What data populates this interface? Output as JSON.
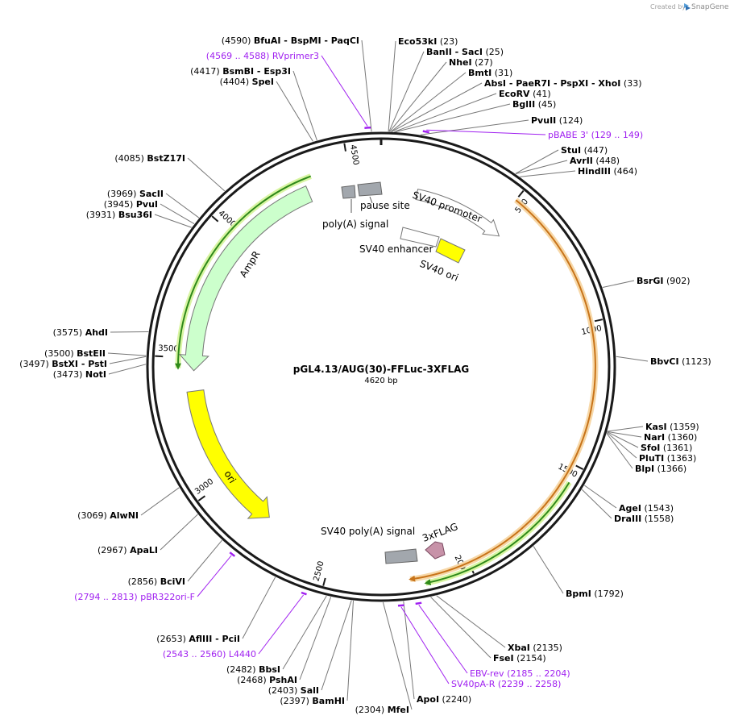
{
  "plasmid": {
    "name": "pGL4.13/AUG(30)-FFLuc-3XFLAG",
    "size_label": "4620 bp",
    "length": 4620
  },
  "branding": {
    "created_by": "Created by",
    "brand": "SnapGene",
    "logo_icon": "snapgene-logo-icon"
  },
  "ticks": [
    {
      "pos": 500,
      "label": "500"
    },
    {
      "pos": 1000,
      "label": "1000"
    },
    {
      "pos": 1500,
      "label": "1500"
    },
    {
      "pos": 2000,
      "label": "2000"
    },
    {
      "pos": 2500,
      "label": "2500"
    },
    {
      "pos": 3000,
      "label": "3000"
    },
    {
      "pos": 3500,
      "label": "3500"
    },
    {
      "pos": 4000,
      "label": "4000"
    },
    {
      "pos": 4500,
      "label": "4500"
    }
  ],
  "enzymes": [
    {
      "id": "e4590",
      "pos": 4590,
      "names": "BfuAI  - BspMI  - PaqCI",
      "num": "(4590)",
      "side": "left"
    },
    {
      "id": "e4417",
      "pos": 4417,
      "names": "BsmBI  - Esp3I",
      "num": "(4417)",
      "side": "left"
    },
    {
      "id": "e4404",
      "pos": 4404,
      "names": "SpeI",
      "num": "(4404)",
      "side": "left"
    },
    {
      "id": "e4085",
      "pos": 4085,
      "names": "BstZ17I",
      "num": "(4085)",
      "side": "left"
    },
    {
      "id": "e3969",
      "pos": 3969,
      "names": "SacII",
      "num": "(3969)",
      "side": "left"
    },
    {
      "id": "e3945",
      "pos": 3945,
      "names": "PvuI",
      "num": "(3945)",
      "side": "left"
    },
    {
      "id": "e3931",
      "pos": 3931,
      "names": "Bsu36I",
      "num": "(3931)",
      "side": "left"
    },
    {
      "id": "e3575",
      "pos": 3575,
      "names": "AhdI",
      "num": "(3575)",
      "side": "left"
    },
    {
      "id": "e3500",
      "pos": 3500,
      "names": "BstEII",
      "num": "(3500)",
      "side": "left"
    },
    {
      "id": "e3497",
      "pos": 3497,
      "names": "BstXI  - PstI",
      "num": "(3497)",
      "side": "left"
    },
    {
      "id": "e3473",
      "pos": 3473,
      "names": "NotI",
      "num": "(3473)",
      "side": "left"
    },
    {
      "id": "e3069",
      "pos": 3069,
      "names": "AlwNI",
      "num": "(3069)",
      "side": "left"
    },
    {
      "id": "e2967",
      "pos": 2967,
      "names": "ApaLI",
      "num": "(2967)",
      "side": "left"
    },
    {
      "id": "e2856",
      "pos": 2856,
      "names": "BciVI",
      "num": "(2856)",
      "side": "left"
    },
    {
      "id": "e2653",
      "pos": 2653,
      "names": "AflIII  - PciI",
      "num": "(2653)",
      "side": "left"
    },
    {
      "id": "e2482",
      "pos": 2482,
      "names": "BbsI",
      "num": "(2482)",
      "side": "left"
    },
    {
      "id": "e2468",
      "pos": 2468,
      "names": "PshAI",
      "num": "(2468)",
      "side": "left"
    },
    {
      "id": "e2403",
      "pos": 2403,
      "names": "SalI",
      "num": "(2403)",
      "side": "left"
    },
    {
      "id": "e2397",
      "pos": 2397,
      "names": "BamHI",
      "num": "(2397)",
      "side": "left"
    },
    {
      "id": "e2304",
      "pos": 2304,
      "names": "MfeI",
      "num": "(2304)",
      "side": "left"
    },
    {
      "id": "e23",
      "pos": 23,
      "names": "Eco53kI",
      "num": "(23)",
      "side": "right"
    },
    {
      "id": "e25",
      "pos": 25,
      "names": "BanII  - SacI",
      "num": "(25)",
      "side": "right"
    },
    {
      "id": "e27",
      "pos": 27,
      "names": "NheI",
      "num": "(27)",
      "side": "right"
    },
    {
      "id": "e31",
      "pos": 31,
      "names": "BmtI",
      "num": "(31)",
      "side": "right"
    },
    {
      "id": "e33",
      "pos": 33,
      "names": "AbsI  - PaeR7I  - PspXI  - XhoI",
      "num": "(33)",
      "side": "right"
    },
    {
      "id": "e41",
      "pos": 41,
      "names": "EcoRV",
      "num": "(41)",
      "side": "right"
    },
    {
      "id": "e45",
      "pos": 45,
      "names": "BglII",
      "num": "(45)",
      "side": "right"
    },
    {
      "id": "e124",
      "pos": 124,
      "names": "PvuII",
      "num": "(124)",
      "side": "right"
    },
    {
      "id": "e447",
      "pos": 447,
      "names": "StuI",
      "num": "(447)",
      "side": "right"
    },
    {
      "id": "e448",
      "pos": 448,
      "names": "AvrII",
      "num": "(448)",
      "side": "right"
    },
    {
      "id": "e464",
      "pos": 464,
      "names": "HindIII",
      "num": "(464)",
      "side": "right"
    },
    {
      "id": "e902",
      "pos": 902,
      "names": "BsrGI",
      "num": "(902)",
      "side": "right"
    },
    {
      "id": "e1123",
      "pos": 1123,
      "names": "BbvCI",
      "num": "(1123)",
      "side": "right"
    },
    {
      "id": "e1359",
      "pos": 1359,
      "names": "KasI",
      "num": "(1359)",
      "side": "right"
    },
    {
      "id": "e1360",
      "pos": 1360,
      "names": "NarI",
      "num": "(1360)",
      "side": "right"
    },
    {
      "id": "e1361",
      "pos": 1361,
      "names": "SfoI",
      "num": "(1361)",
      "side": "right"
    },
    {
      "id": "e1363",
      "pos": 1363,
      "names": "PluTI",
      "num": "(1363)",
      "side": "right"
    },
    {
      "id": "e1366",
      "pos": 1366,
      "names": "BlpI",
      "num": "(1366)",
      "side": "right"
    },
    {
      "id": "e1543",
      "pos": 1543,
      "names": "AgeI",
      "num": "(1543)",
      "side": "right"
    },
    {
      "id": "e1558",
      "pos": 1558,
      "names": "DraIII",
      "num": "(1558)",
      "side": "right"
    },
    {
      "id": "e1792",
      "pos": 1792,
      "names": "BpmI",
      "num": "(1792)",
      "side": "right"
    },
    {
      "id": "e2135",
      "pos": 2135,
      "names": "XbaI",
      "num": "(2135)",
      "side": "right"
    },
    {
      "id": "e2154",
      "pos": 2154,
      "names": "FseI",
      "num": "(2154)",
      "side": "right"
    },
    {
      "id": "e2240",
      "pos": 2240,
      "names": "ApoI",
      "num": "(2240)",
      "side": "right"
    }
  ],
  "primers": [
    {
      "id": "p_rv",
      "name": "RVprimer3",
      "range": "(4569 .. 4588)",
      "start": 4569,
      "end": 4588,
      "side": "left"
    },
    {
      "id": "p_pbabe",
      "name": "pBABE 3'",
      "range": "(129 .. 149)",
      "start": 129,
      "end": 149,
      "side": "right"
    },
    {
      "id": "p_ebv",
      "name": "EBV-rev",
      "range": "(2185 .. 2204)",
      "start": 2185,
      "end": 2204,
      "side": "right"
    },
    {
      "id": "p_sv40pa",
      "name": "SV40pA-R",
      "range": "(2239 .. 2258)",
      "start": 2239,
      "end": 2258,
      "side": "right"
    },
    {
      "id": "p_pbr",
      "name": "pBR322ori-F",
      "range": "(2794 .. 2813)",
      "start": 2794,
      "end": 2813,
      "side": "left"
    },
    {
      "id": "p_l4440",
      "name": "L4440",
      "range": "(2543 .. 2560)",
      "start": 2543,
      "end": 2560,
      "side": "left"
    }
  ],
  "features": [
    {
      "id": "f_sv40prom",
      "label": "SV40 promoter",
      "color": "#ffffff"
    },
    {
      "id": "f_sv40enh",
      "label": "SV40 enhancer",
      "color": "#ffffff"
    },
    {
      "id": "f_sv40ori",
      "label": "SV40 ori",
      "color": "#ffff00"
    },
    {
      "id": "f_pause",
      "label": "pause site",
      "color": "#a2a7ad"
    },
    {
      "id": "f_polya",
      "label": "poly(A) signal",
      "color": "#a2a7ad"
    },
    {
      "id": "f_ampr",
      "label": "AmpR",
      "color": "#ccffcc"
    },
    {
      "id": "f_ori",
      "label": "ori",
      "color": "#ffff00"
    },
    {
      "id": "f_sv40polya",
      "label": "SV40 poly(A) signal",
      "color": "#a2a7ad"
    },
    {
      "id": "f_3xflag",
      "label": "3xFLAG",
      "color": "#c792a8"
    }
  ],
  "colors": {
    "primer": "#a020f0",
    "orf_green": "#2f8a1a",
    "orf_green_glow": "#d9f5a3",
    "orf_orange": "#c8741a",
    "orf_orange_glow": "#f7d8a8",
    "backbone": "#1a1a1a"
  }
}
